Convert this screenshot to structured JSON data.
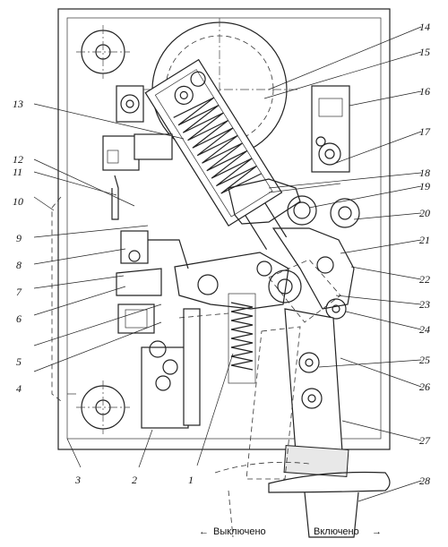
{
  "callouts": [
    "1",
    "2",
    "3",
    "4",
    "5",
    "6",
    "7",
    "8",
    "9",
    "10",
    "11",
    "12",
    "13",
    "14",
    "15",
    "16",
    "17",
    "18",
    "19",
    "20",
    "21",
    "22",
    "23",
    "24",
    "25",
    "26",
    "27",
    "28"
  ],
  "direction": {
    "off_label": "Выключено",
    "on_label": "Включено",
    "off_arrow": "←",
    "on_arrow": "→"
  }
}
